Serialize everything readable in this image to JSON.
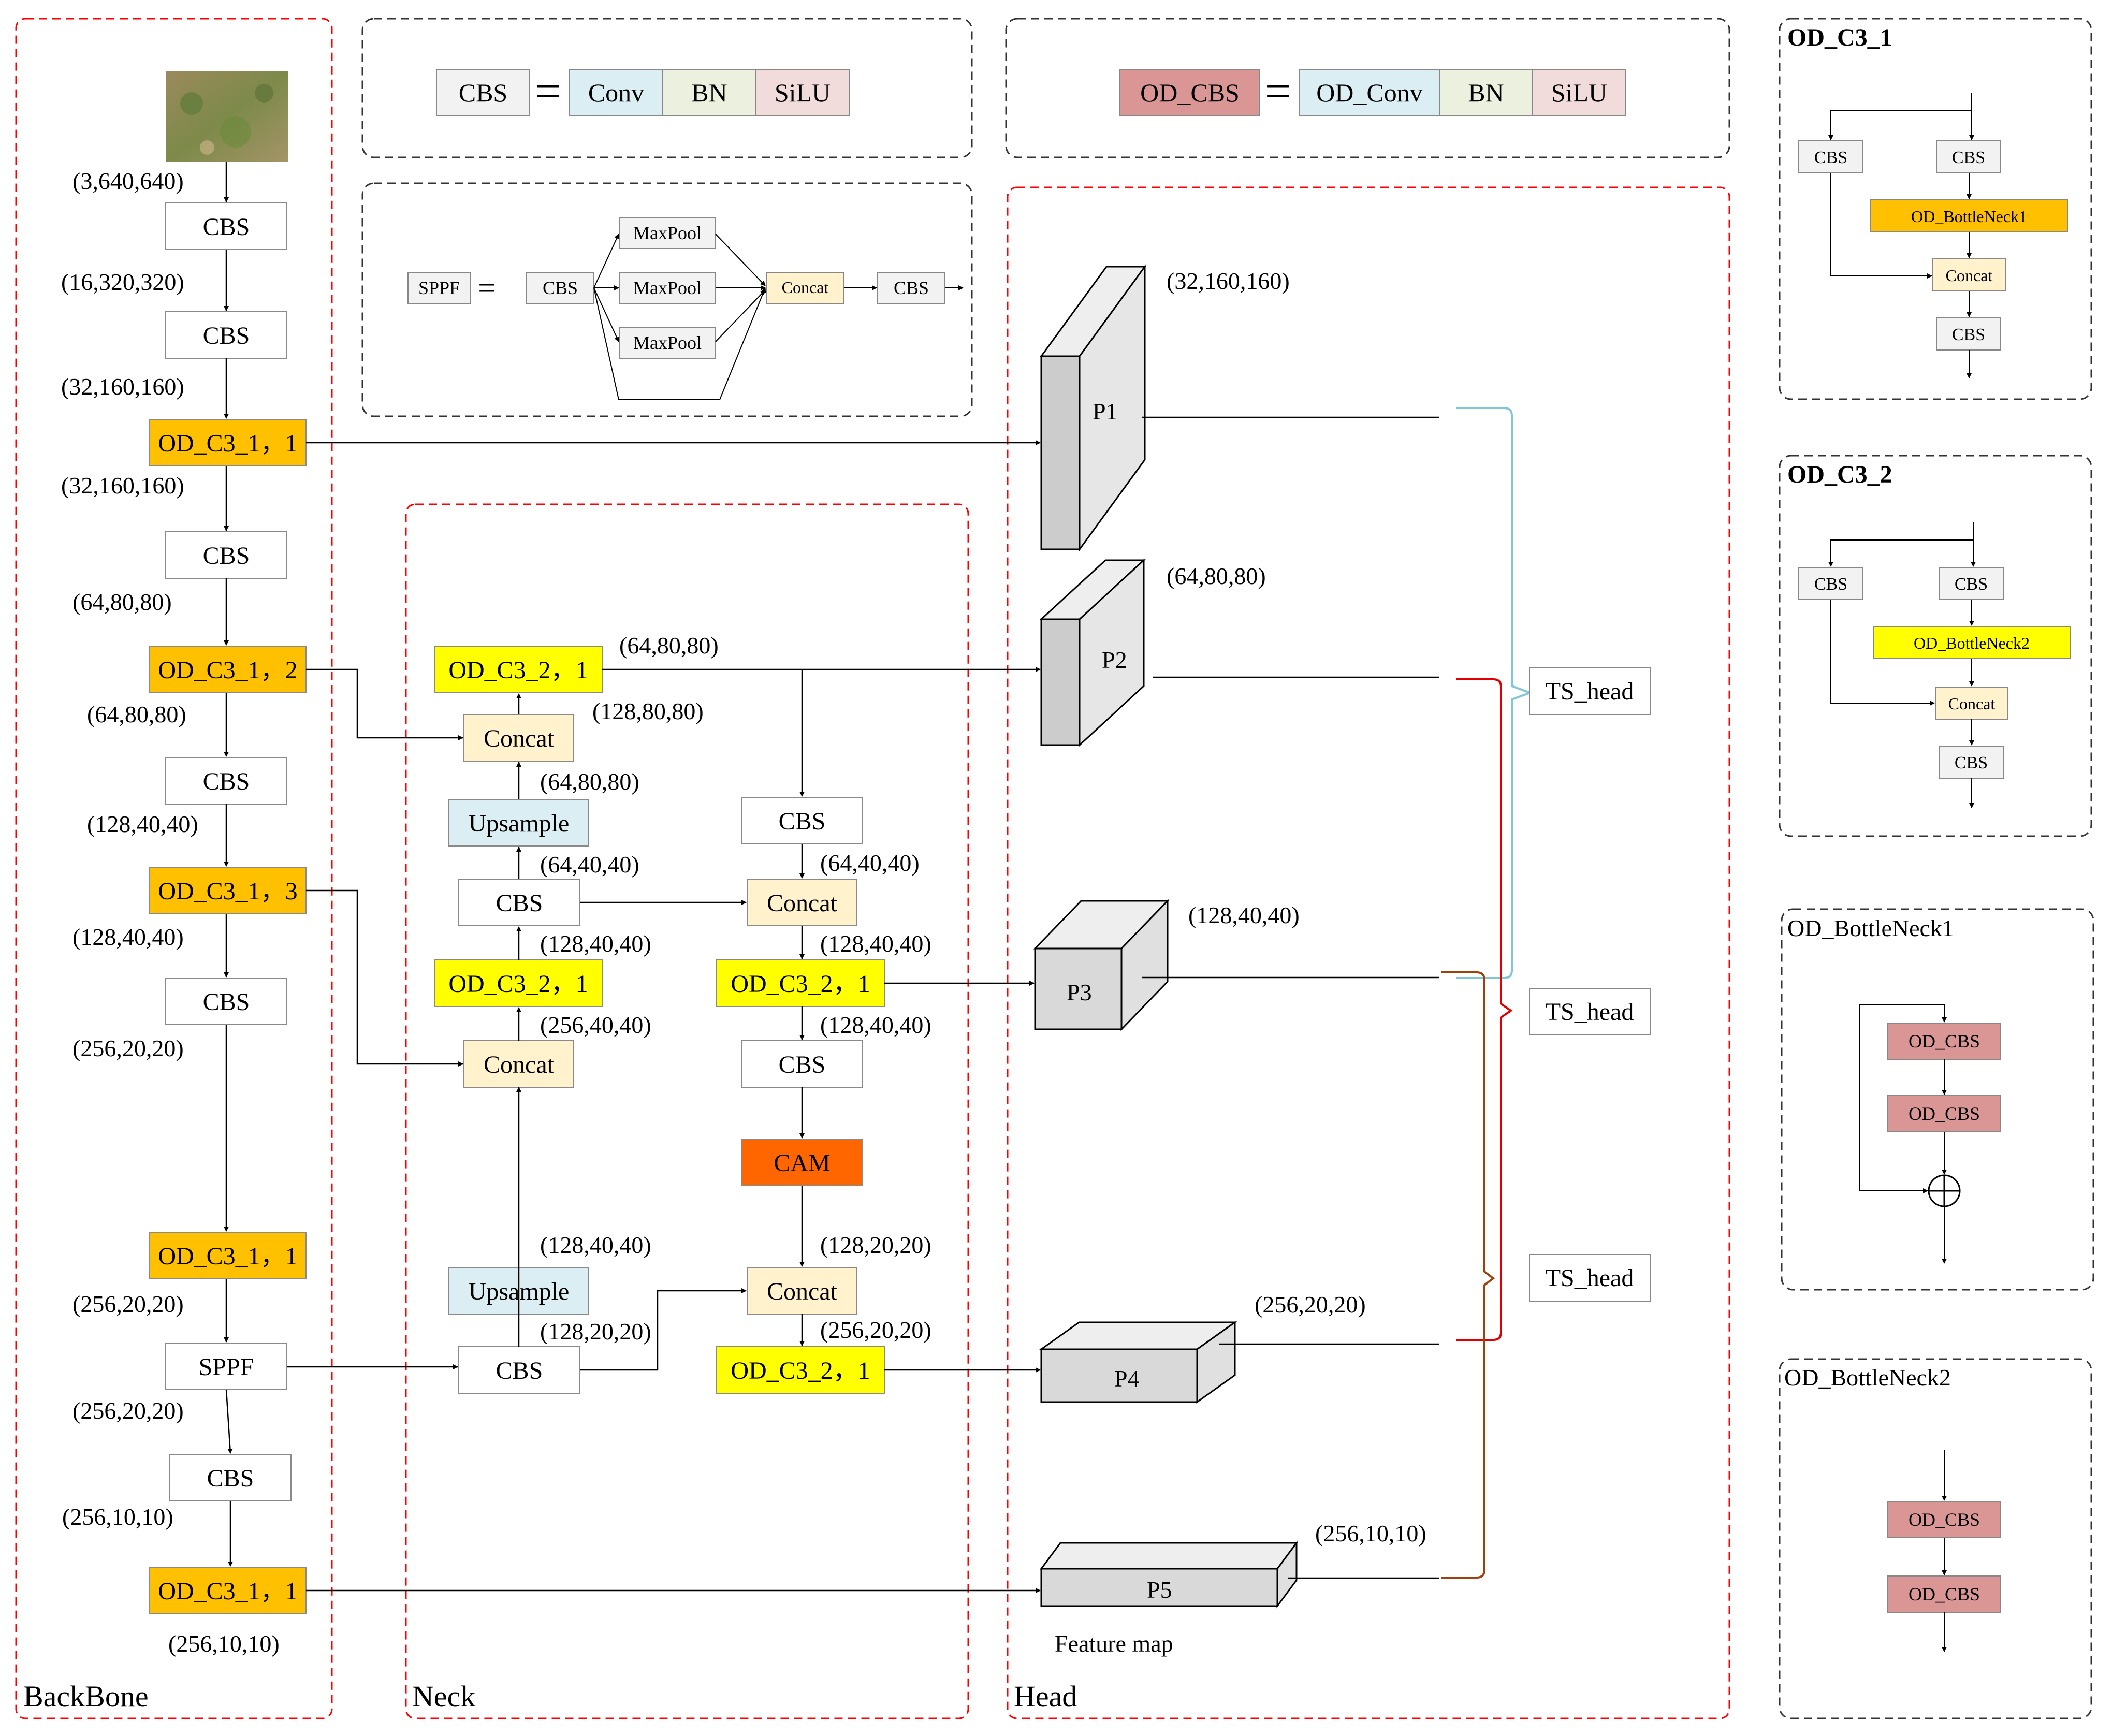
{
  "colors": {
    "orange": "#FFC000",
    "yellow": "#FFFF00",
    "concat": "#FFF2CC",
    "upsample": "#DAEEF3",
    "cam": "#FF6600",
    "od_cbs": "#D99694",
    "conv": "#DAEEF3",
    "bn": "#EBF1DE",
    "silu": "#F2DCDB",
    "gray_box": "#F2F2F2",
    "feature": "#D9D9D9",
    "section_border": "#FF0000",
    "arrow": "#000000",
    "brace_blue": "#7FC6D8",
    "brace_red": "#E00000",
    "brace_brown": "#A0400A"
  },
  "sections": {
    "backbone": "BackBone",
    "neck": "Neck",
    "head": "Head"
  },
  "legend": {
    "cbs": "CBS",
    "conv": "Conv",
    "bn": "BN",
    "silu": "SiLU",
    "od_cbs": "OD_CBS",
    "od_conv": "OD_Conv",
    "od_bn": "BN",
    "od_silu": "SiLU",
    "equals": "=",
    "sppf": "SPPF",
    "sppf_cbs": "CBS",
    "maxpool": "MaxPool",
    "concat": "Concat",
    "sppf_cbs_out": "CBS"
  },
  "backbone": {
    "input_shape": "(3,640,640)",
    "blocks": [
      {
        "label": "CBS",
        "kind": "white"
      },
      {
        "label": "CBS",
        "kind": "white"
      },
      {
        "label": "OD_C3_1，1",
        "kind": "orange"
      },
      {
        "label": "CBS",
        "kind": "white"
      },
      {
        "label": "OD_C3_1，2",
        "kind": "orange"
      },
      {
        "label": "CBS",
        "kind": "white"
      },
      {
        "label": "OD_C3_1，3",
        "kind": "orange"
      },
      {
        "label": "CBS",
        "kind": "white"
      },
      {
        "label": "OD_C3_1，1",
        "kind": "orange"
      },
      {
        "label": "SPPF",
        "kind": "white"
      },
      {
        "label": "CBS",
        "kind": "white"
      },
      {
        "label": "OD_C3_1，1",
        "kind": "orange"
      }
    ],
    "shapes": [
      "(16,320,320)",
      "(32,160,160)",
      "(32,160,160)",
      "(64,80,80)",
      "(64,80,80)",
      "(128,40,40)",
      "(128,40,40)",
      "(256,20,20)",
      "(256,20,20)",
      "(256,20,20)",
      "(256,10,10)",
      "(256,10,10)"
    ]
  },
  "neck": {
    "left_col": [
      {
        "label": "OD_C3_2，1",
        "kind": "yellow"
      },
      {
        "label": "Concat",
        "kind": "concat"
      },
      {
        "label": "Upsample",
        "kind": "upsample"
      },
      {
        "label": "CBS",
        "kind": "white"
      },
      {
        "label": "OD_C3_2，1",
        "kind": "yellow"
      },
      {
        "label": "Concat",
        "kind": "concat"
      },
      {
        "label": "Upsample",
        "kind": "upsample"
      },
      {
        "label": "CBS",
        "kind": "white"
      }
    ],
    "right_col": [
      {
        "label": "CBS",
        "kind": "white"
      },
      {
        "label": "Concat",
        "kind": "concat"
      },
      {
        "label": "OD_C3_2，1",
        "kind": "yellow"
      },
      {
        "label": "CBS",
        "kind": "white"
      },
      {
        "label": "CAM",
        "kind": "cam"
      },
      {
        "label": "Concat",
        "kind": "concat"
      },
      {
        "label": "OD_C3_2，1",
        "kind": "yellow"
      }
    ],
    "shapes": [
      "(64,80,80)",
      "(128,80,80)",
      "(64,80,80)",
      "(64,40,40)",
      "(128,40,40)",
      "(256,40,40)",
      "(128,40,40)",
      "(128,20,20)",
      "(64,40,40)",
      "(128,40,40)",
      "(128,40,40)",
      "(128,20,20)",
      "(256,20,20)"
    ]
  },
  "head": {
    "features": [
      {
        "label": "P1",
        "shape": "(32,160,160)"
      },
      {
        "label": "P2",
        "shape": "(64,80,80)"
      },
      {
        "label": "P3",
        "shape": "(128,40,40)"
      },
      {
        "label": "P4",
        "shape": "(256,20,20)"
      },
      {
        "label": "P5",
        "shape": "(256,10,10)"
      }
    ],
    "ts_heads": [
      "TS_head",
      "TS_head",
      "TS_head"
    ],
    "feature_map_label": "Feature map"
  },
  "modules": {
    "od_c3_1": {
      "title": "OD_C3_1",
      "cbs": "CBS",
      "bottleneck": "OD_BottleNeck1",
      "concat": "Concat"
    },
    "od_c3_2": {
      "title": "OD_C3_2",
      "cbs": "CBS",
      "bottleneck": "OD_BottleNeck2",
      "concat": "Concat"
    },
    "od_bottleneck1": {
      "title": "OD_BottleNeck1",
      "od_cbs": "OD_CBS"
    },
    "od_bottleneck2": {
      "title": "OD_BottleNeck2",
      "od_cbs": "OD_CBS"
    }
  }
}
